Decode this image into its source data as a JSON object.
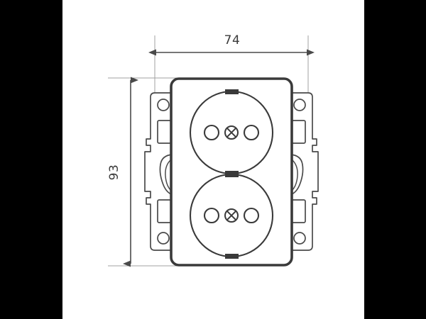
{
  "drawing": {
    "title": "Double electrical socket outlet - dimensioned technical drawing",
    "type": "engineering-dimension-drawing",
    "view": "front elevation",
    "background_color": "#ffffff",
    "letterbox_color": "#000000",
    "line_color": "#3f3f3f",
    "dimension_line_color": "#4a4a4a",
    "extension_line_color": "#9a9a9a",
    "faceplate_stroke_color": "#3a3a3a",
    "contact_tab_color": "#3a3a3a"
  },
  "dimensions": {
    "width": {
      "label": "74",
      "unit_implied": "mm",
      "orientation": "horizontal",
      "position": "top",
      "arrow_style": "double-ended"
    },
    "height": {
      "label": "93",
      "unit_implied": "mm",
      "orientation": "vertical-rotated",
      "position": "left",
      "arrow_style": "double-ended"
    }
  },
  "product": {
    "name": "double-socket-outlet",
    "outlet_count": 2,
    "outlets": [
      {
        "position": "top",
        "pin_holes": 2,
        "earth_symbol": "crossed-circle",
        "earth_contact_tabs": 2
      },
      {
        "position": "bottom",
        "pin_holes": 2,
        "earth_symbol": "crossed-circle",
        "earth_contact_tabs": 2
      }
    ],
    "mounting_frames": [
      {
        "side": "left",
        "screw_holes": 2,
        "slots": 2,
        "claws": 1
      },
      {
        "side": "right",
        "screw_holes": 2,
        "slots": 2,
        "claws": 1
      }
    ]
  }
}
